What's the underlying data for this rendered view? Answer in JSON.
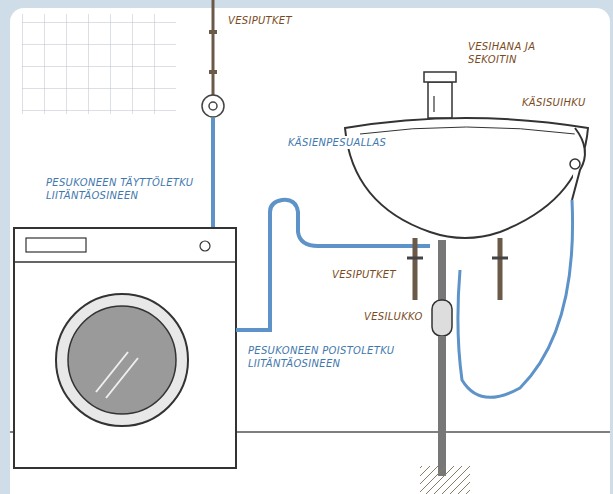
{
  "diagram": {
    "labels": [
      "VESIPUTKET",
      "VESIHANA JA SEKOITIN",
      "KÄSISUIHKU",
      "KÄSIENPESUALLAS",
      "PESUKONEEN TÄYTTÖLETKU LIITÄNTÄOSINEEN",
      "VESIPUTKET",
      "VESILUKKO",
      "PESUKONEEN POISTOLETKU LIITÄNTÄOSINEEN"
    ]
  }
}
